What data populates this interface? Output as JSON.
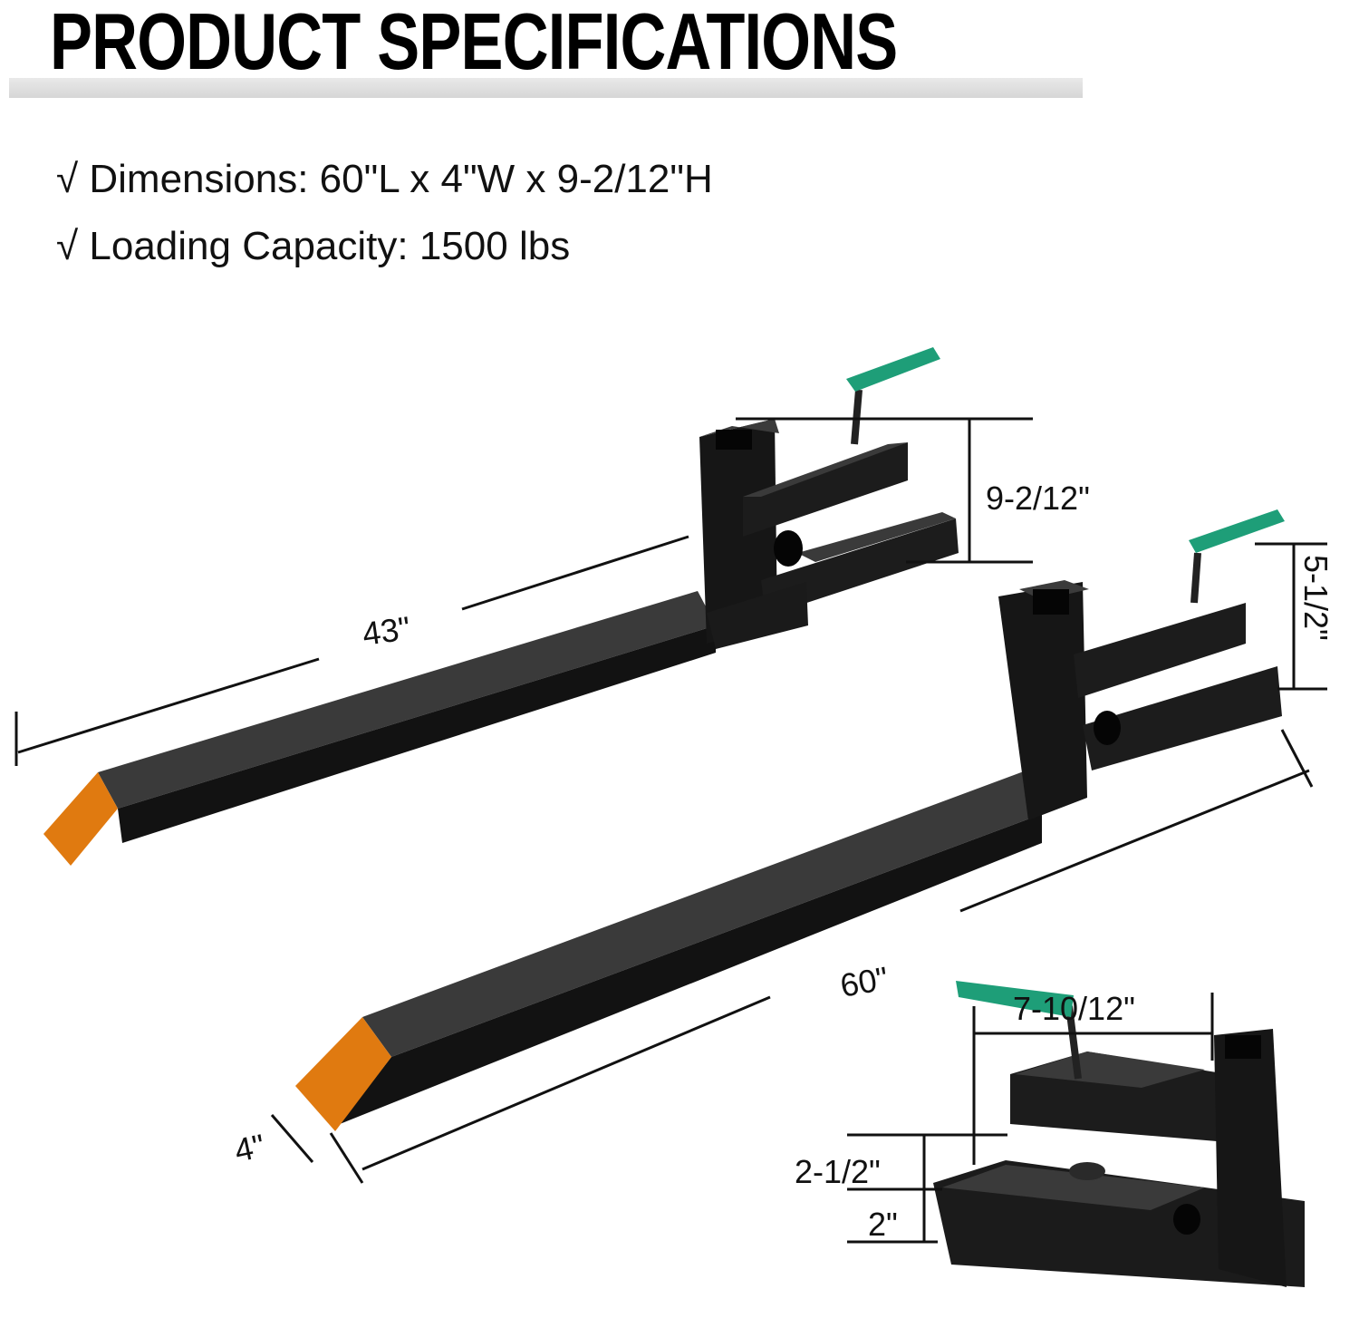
{
  "title": "PRODUCT SPECIFICATIONS",
  "specs": [
    "√ Dimensions: 60\"L x 4\"W x 9-2/12\"H",
    "√ Loading Capacity: 1500 lbs"
  ],
  "dimensions": {
    "upper_length": "43\"",
    "lower_length": "60\"",
    "upper_height": "9-2/12\"",
    "side_height": "5-1/2\"",
    "width": "4\"",
    "inset_width": "7-10/12\"",
    "inset_gap": "2-1/2\"",
    "inset_thickness": "2\""
  },
  "colors": {
    "steel": "#1b1b1b",
    "tip": "#e07a10",
    "handle": "#1e9e78"
  }
}
